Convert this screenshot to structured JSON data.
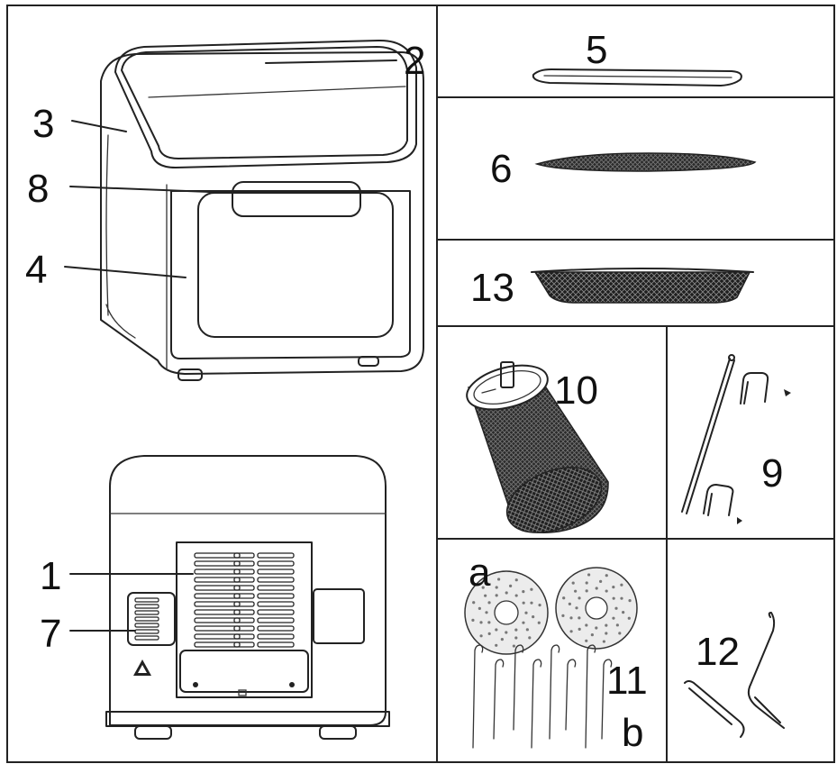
{
  "labels": {
    "l1": "1",
    "l2": "2",
    "l3": "3",
    "l4": "4",
    "l5": "5",
    "l6": "6",
    "l7": "7",
    "l8": "8",
    "l9": "9",
    "l10": "10",
    "l11": "11",
    "l12": "12",
    "l13": "13",
    "la": "a",
    "lb": "b"
  },
  "colors": {
    "ink": "#222222",
    "mesh": "#1a1a1a",
    "background": "#ffffff"
  },
  "icons": [
    "warning-triangle-icon"
  ]
}
